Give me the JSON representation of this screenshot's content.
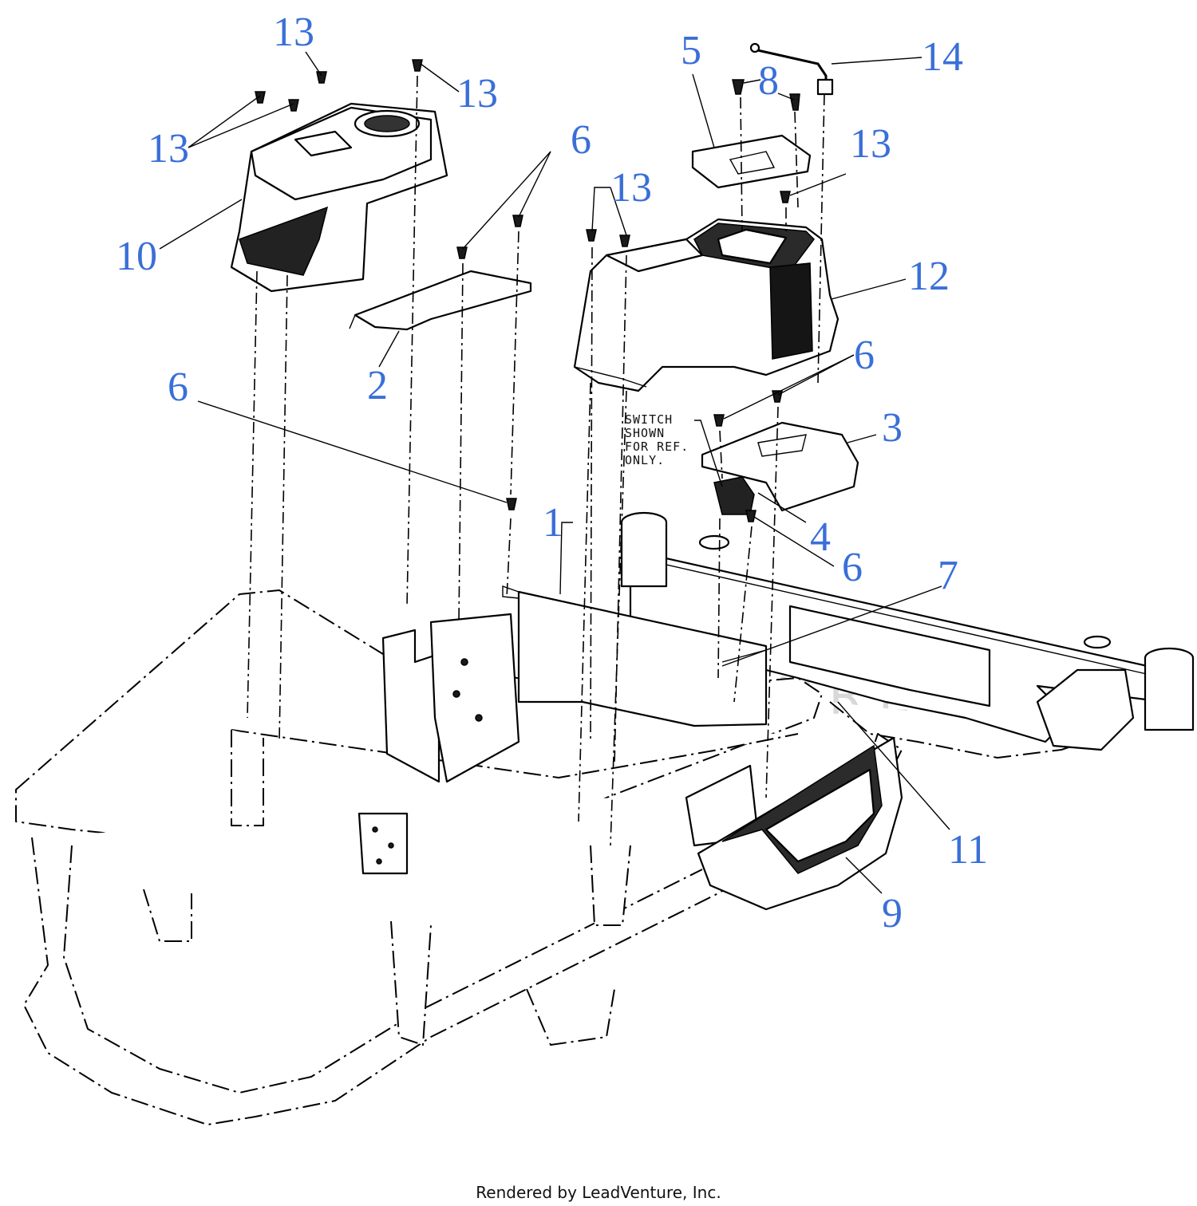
{
  "note": {
    "lines": [
      "SWITCH",
      "SHOWN",
      "FOR REF.",
      "ONLY."
    ]
  },
  "watermark": {
    "text": "LEADVENTURE"
  },
  "footer": {
    "text": "Rendered by LeadVenture, Inc."
  },
  "callouts": [
    {
      "id": "c13a",
      "label": "13"
    },
    {
      "id": "c13b",
      "label": "13"
    },
    {
      "id": "c13c",
      "label": "13"
    },
    {
      "id": "c13d",
      "label": "13"
    },
    {
      "id": "c13e",
      "label": "13"
    },
    {
      "id": "c5",
      "label": "5"
    },
    {
      "id": "c8",
      "label": "8"
    },
    {
      "id": "c14",
      "label": "14"
    },
    {
      "id": "c6a",
      "label": "6"
    },
    {
      "id": "c10",
      "label": "10"
    },
    {
      "id": "c2",
      "label": "2"
    },
    {
      "id": "c12",
      "label": "12"
    },
    {
      "id": "c6b",
      "label": "6"
    },
    {
      "id": "c6c",
      "label": "6"
    },
    {
      "id": "c3",
      "label": "3"
    },
    {
      "id": "c1",
      "label": "1"
    },
    {
      "id": "c4",
      "label": "4"
    },
    {
      "id": "c6d",
      "label": "6"
    },
    {
      "id": "c7",
      "label": "7"
    },
    {
      "id": "c11",
      "label": "11"
    },
    {
      "id": "c9",
      "label": "9"
    }
  ],
  "colors": {
    "callout": "#3a6fd8",
    "line": "#000000"
  }
}
